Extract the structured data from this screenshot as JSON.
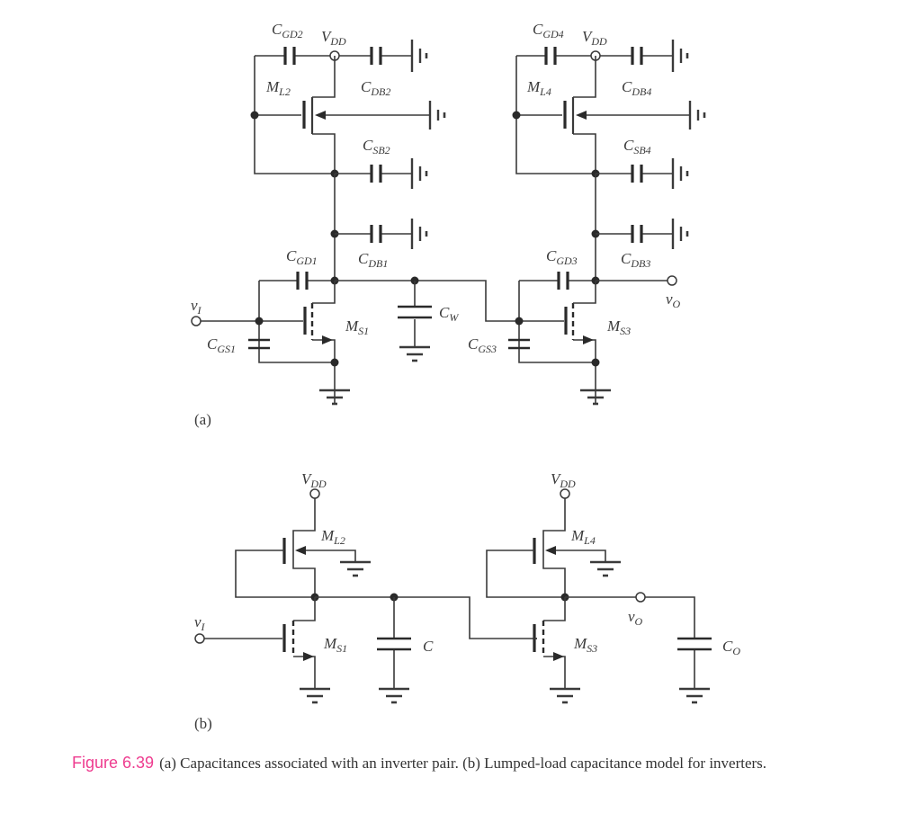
{
  "diagram": {
    "panel_a": {
      "panel_label": "(a)",
      "labels": {
        "cgd2": {
          "main": "C",
          "sub": "GD2"
        },
        "vdd_left": {
          "main": "V",
          "sub": "DD"
        },
        "ml2": {
          "main": "M",
          "sub": "L2"
        },
        "cdb2": {
          "main": "C",
          "sub": "DB2"
        },
        "csb2": {
          "main": "C",
          "sub": "SB2"
        },
        "cdb1": {
          "main": "C",
          "sub": "DB1"
        },
        "cgd1": {
          "main": "C",
          "sub": "GD1"
        },
        "vi": {
          "main": "v",
          "sub": "I"
        },
        "cgs1": {
          "main": "C",
          "sub": "GS1"
        },
        "ms1": {
          "main": "M",
          "sub": "S1"
        },
        "cw": {
          "main": "C",
          "sub": "W"
        },
        "cgd4": {
          "main": "C",
          "sub": "GD4"
        },
        "vdd_right": {
          "main": "V",
          "sub": "DD"
        },
        "ml4": {
          "main": "M",
          "sub": "L4"
        },
        "cdb4": {
          "main": "C",
          "sub": "DB4"
        },
        "csb4": {
          "main": "C",
          "sub": "SB4"
        },
        "cdb3": {
          "main": "C",
          "sub": "DB3"
        },
        "cgd3": {
          "main": "C",
          "sub": "GD3"
        },
        "cgs3": {
          "main": "C",
          "sub": "GS3"
        },
        "ms3": {
          "main": "M",
          "sub": "S3"
        },
        "vo": {
          "main": "v",
          "sub": "O"
        }
      }
    },
    "panel_b": {
      "panel_label": "(b)",
      "labels": {
        "vdd_left": {
          "main": "V",
          "sub": "DD"
        },
        "ml2": {
          "main": "M",
          "sub": "L2"
        },
        "vi": {
          "main": "v",
          "sub": "I"
        },
        "ms1": {
          "main": "M",
          "sub": "S1"
        },
        "c": {
          "main": "C",
          "sub": ""
        },
        "vdd_right": {
          "main": "V",
          "sub": "DD"
        },
        "ml4": {
          "main": "M",
          "sub": "L4"
        },
        "vo": {
          "main": "v",
          "sub": "O"
        },
        "ms3": {
          "main": "M",
          "sub": "S3"
        },
        "co": {
          "main": "C",
          "sub": "O"
        }
      }
    }
  },
  "caption": {
    "figure_number": "Figure 6.39",
    "text": "(a) Capacitances associated with an inverter pair. (b) Lumped-load capacitance model for inverters."
  },
  "colors": {
    "figure_number": "#ee3c8f",
    "ink": "#3a3a3a"
  }
}
